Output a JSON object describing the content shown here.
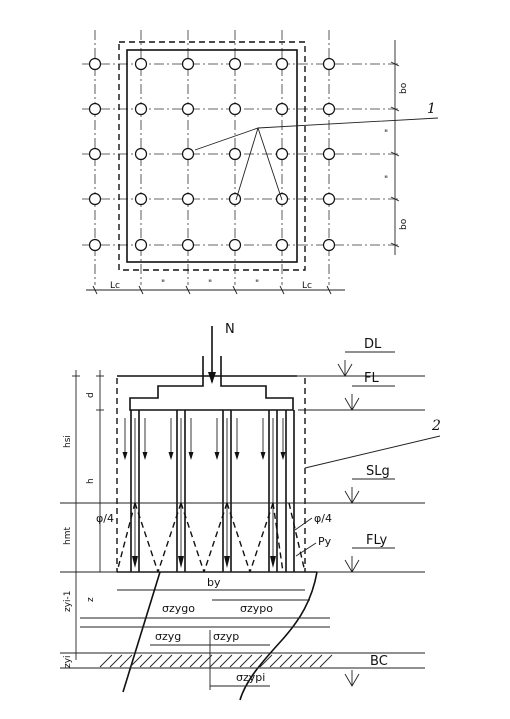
{
  "plan": {
    "marker": "1",
    "dim_right_top": "bo",
    "dim_right_2": "\"",
    "dim_right_3": "\"",
    "dim_right_bottom": "bo",
    "dim_bottom_left": "Lc",
    "dim_bottom_2": "\"",
    "dim_bottom_3": "\"",
    "dim_bottom_4": "\"",
    "dim_bottom_right": "Lc"
  },
  "section": {
    "load": "N",
    "marker": "2",
    "levels": {
      "dl": "DL",
      "fl": "FL",
      "slg": "SLg",
      "fly": "FLy",
      "bc": "BC"
    },
    "left_dims": {
      "hsi": "hsi",
      "h": "h",
      "hmt": "hmt",
      "zyi1": "zyi-1",
      "zyi": "zyi"
    },
    "d": "d",
    "z": "z",
    "phi_left": "φ/4",
    "phi_right": "φ/4",
    "py": "Py",
    "by": "by",
    "stress": {
      "zyg0": "σzygo",
      "zyp0": "σzypo",
      "zyg": "σzyg",
      "zyp": "σzyp",
      "zypi": "σzypi"
    }
  }
}
